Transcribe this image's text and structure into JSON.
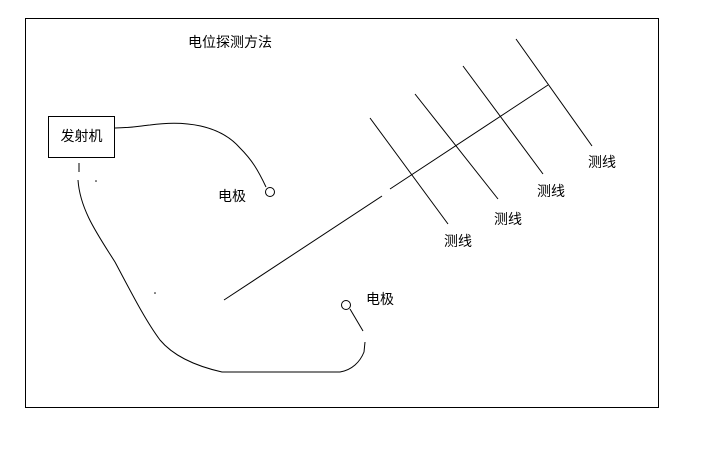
{
  "diagram": {
    "title": "电位探测方法",
    "transmitter_label": "发射机",
    "electrodes": [
      "电极",
      "电极"
    ],
    "survey_lines": [
      "测线",
      "测线",
      "测线",
      "测线"
    ],
    "stroke_color": "#000000",
    "background_color": "#ffffff"
  }
}
